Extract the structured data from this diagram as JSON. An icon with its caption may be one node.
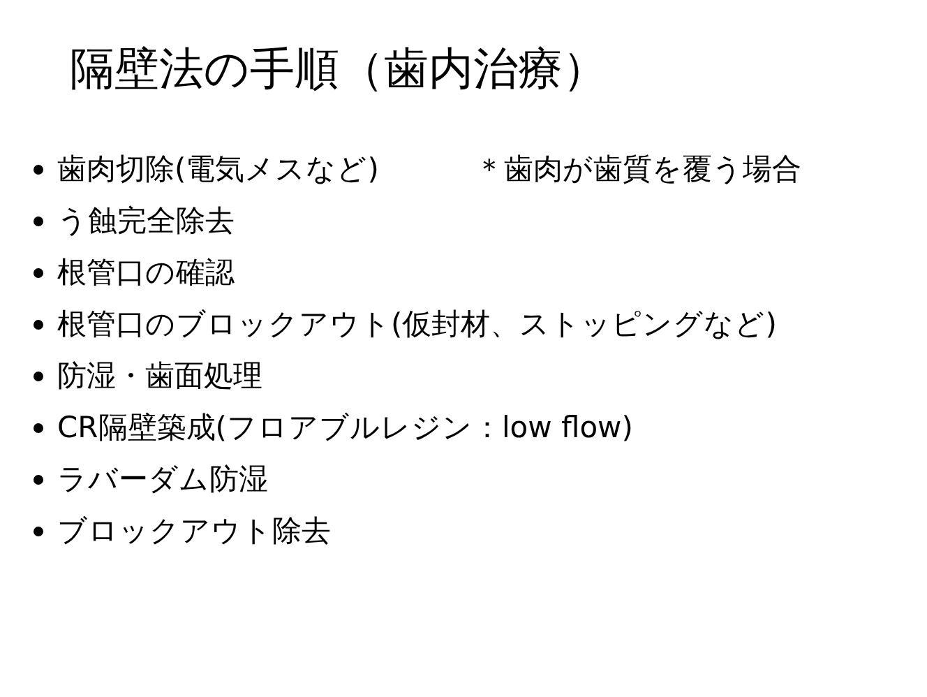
{
  "diagram": {
    "title": "隔壁法の手順（歯内治療）",
    "labels": [
      "歯肉切除(電気メスなど)",
      "＊歯肉が歯質を覆う場合",
      "う蝕完全除去",
      "根管口の確認",
      "根管口のブロックアウト(仮封材、ストッピングなど)",
      "防湿・歯面処理",
      "CR隔壁築成(フロアブルレジン：low flow)",
      "ラバーダム防湿",
      "ブロックアウト除去"
    ]
  }
}
